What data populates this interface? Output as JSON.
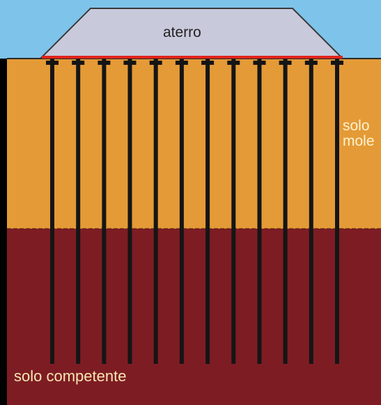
{
  "labels": {
    "embankment": "aterro",
    "soft_soil_line1": "solo",
    "soft_soil_line2": "mole",
    "competent_soil": "solo competente"
  },
  "colors": {
    "sky": "#7ec3ea",
    "embankment_fill": "#c9c9dc",
    "embankment_stroke": "#3a3a3a",
    "soft_soil": "#e49a36",
    "competent_soil": "#7e1c24",
    "pile": "#151515",
    "platform": "#e0241b"
  },
  "pile_count": 12
}
